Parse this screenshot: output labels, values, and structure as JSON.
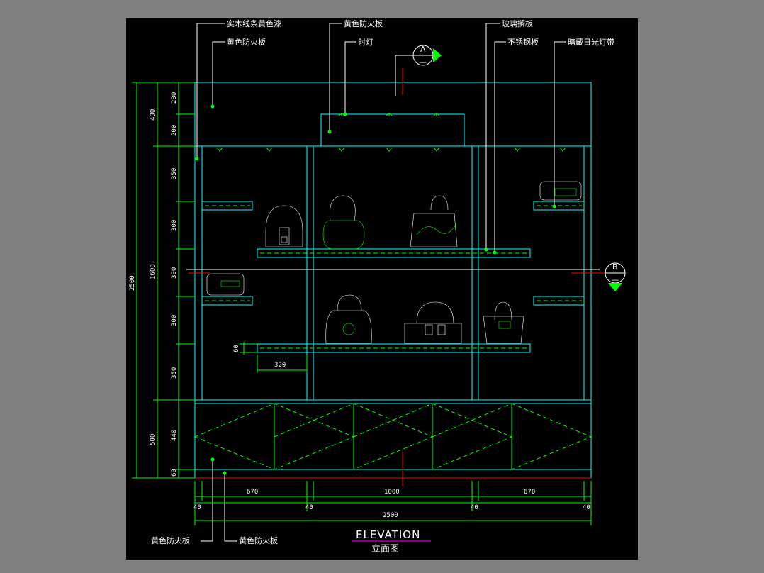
{
  "labels": {
    "solid_wood_strip": "实木线条黄色漆",
    "yellow_fireproof_top_left": "黄色防火板",
    "yellow_fireproof_top_center": "黄色防火板",
    "spotlight": "射灯",
    "glass_partition": "玻璃搁板",
    "stainless_plate": "不锈钢板",
    "hidden_fluorescent": "暗藏日光灯带",
    "yellow_fireproof_bottom_left": "黄色防火板",
    "yellow_fireproof_bottom_right": "黄色防火板"
  },
  "section_markers": {
    "a": "A",
    "b": "B",
    "dash": "—"
  },
  "dimensions": {
    "left_inner": [
      "200",
      "200",
      "350",
      "300",
      "300",
      "300",
      "350",
      "440",
      "60"
    ],
    "left_middle": [
      "400",
      "1600",
      "500"
    ],
    "left_outer": "2500",
    "shelf_thickness": "60",
    "shelf_depth": "320",
    "bottom_row1": [
      "670",
      "1000",
      "670"
    ],
    "bottom_row2": [
      "40",
      "40",
      "40",
      "40"
    ],
    "bottom_total": "2500"
  },
  "title": {
    "english": "ELEVATION",
    "chinese": "立面图"
  },
  "colors": {
    "background": "#000000",
    "frame": "#00ffff",
    "accent": "#00ff00",
    "section_line": "#ff0000",
    "title_underline": "#ff00ff"
  }
}
